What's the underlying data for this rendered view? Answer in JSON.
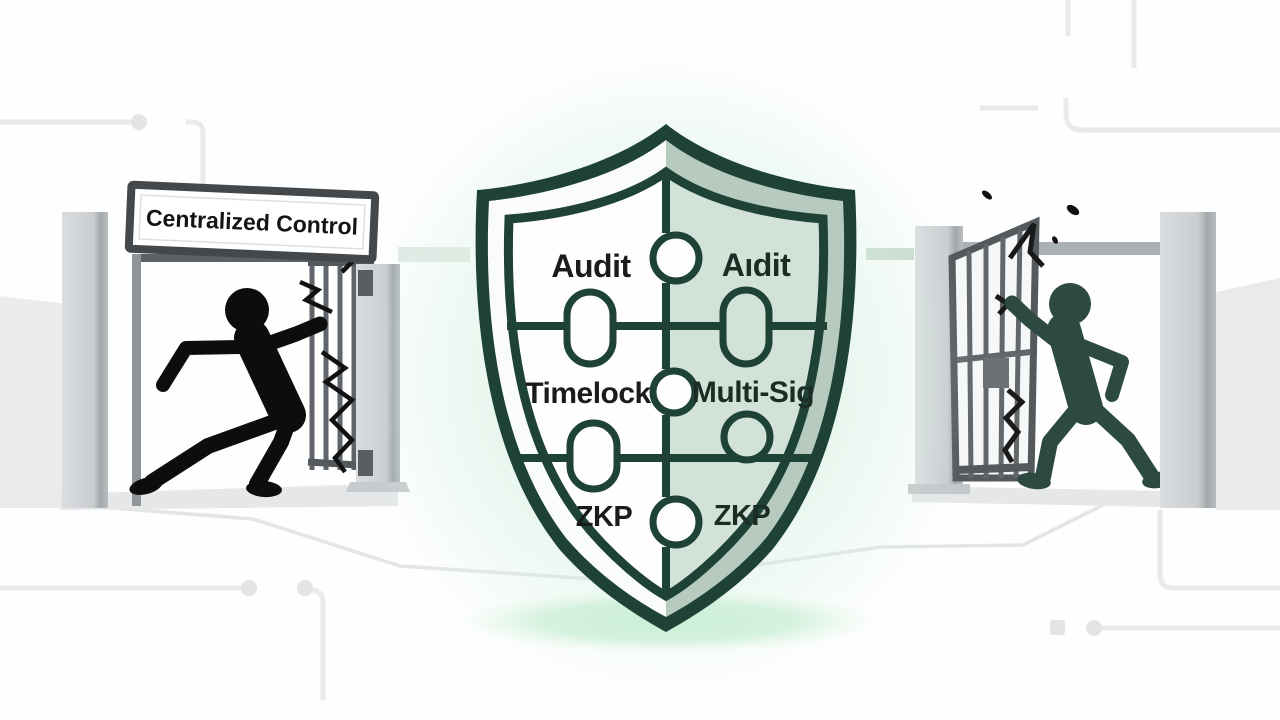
{
  "sign": {
    "text": "Centralized Control"
  },
  "shield": {
    "pieces": [
      {
        "position": "top-left",
        "label": "Audit"
      },
      {
        "position": "top-right",
        "label": "Aıdit"
      },
      {
        "position": "middle-left",
        "label": "Timelock"
      },
      {
        "position": "middle-right",
        "label": "Multi-Sig"
      },
      {
        "position": "bottom-left",
        "label": "ZKP"
      },
      {
        "position": "bottom-right",
        "label": "ZKP"
      }
    ]
  },
  "colors": {
    "shield_outline": "#1e4236",
    "shield_left_fill": "#fdfefd",
    "shield_right_fill": "#d3e2d8",
    "shield_right_band": "#b6cabf",
    "glow_green": "#c7eed4",
    "left_figure_black": "#0d0d0d",
    "right_figure_green": "#2c4a41",
    "post_gray": "#ced2d5",
    "background": "#fdfefd"
  }
}
